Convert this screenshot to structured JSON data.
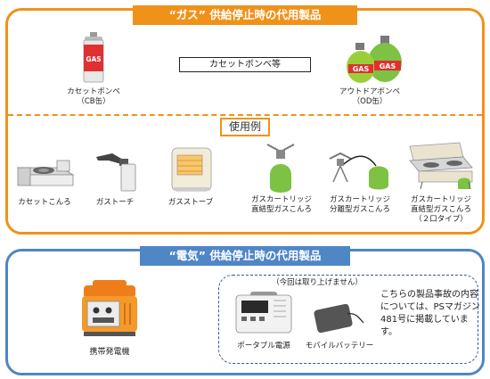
{
  "gas_section": {
    "title": "“ガス” 供給停止時の代用製品",
    "cassette_bombe_tag": "カセットボンベ等",
    "cb_can": {
      "name": "カセットボンベ",
      "sub": "（CB缶）",
      "print": "GAS"
    },
    "od_can": {
      "name": "アウトドアボンベ",
      "sub": "（OD缶）",
      "print": "GAS"
    },
    "examples_title": "使用例",
    "examples": [
      {
        "line1": "カセットこんろ"
      },
      {
        "line1": "ガストーチ"
      },
      {
        "line1": "ガスストーブ"
      },
      {
        "line1": "ガスカートリッジ",
        "line2": "直結型ガスこんろ"
      },
      {
        "line1": "ガスカートリッジ",
        "line2": "分離型ガスこんろ"
      },
      {
        "line1": "ガスカートリッジ",
        "line2": "直結型ガスこんろ",
        "line3": "（２口タイプ）"
      }
    ]
  },
  "electric_section": {
    "title": "“電気” 供給停止時の代用製品",
    "generator": "携帯発電機",
    "not_covered": "（今回は取り上げません）",
    "portable_power": "ポータブル電源",
    "mobile_battery": "モバイルバッテリー",
    "note": "こちらの製品事故の内容については、PSマガジン481号に掲載しています。"
  },
  "colors": {
    "gas_accent": "#f0921a",
    "electric_accent": "#4f86c6",
    "dashed": "#3355aa"
  }
}
